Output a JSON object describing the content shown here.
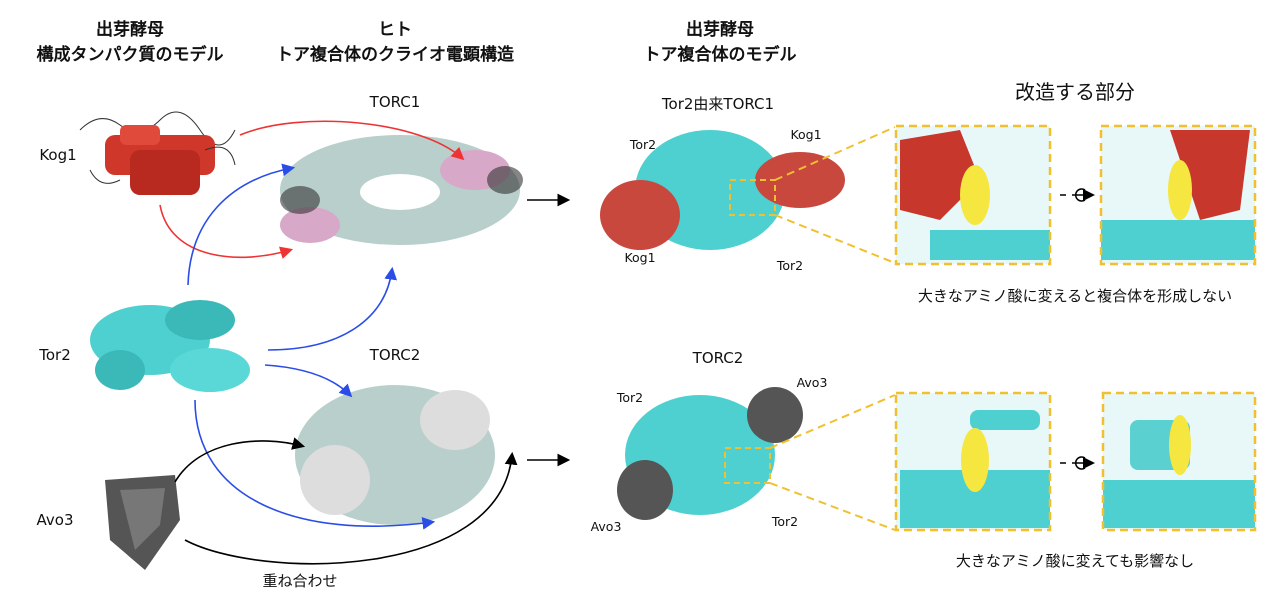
{
  "headers": {
    "col1_line1": "出芽酵母",
    "col1_line2": "構成タンパク質のモデル",
    "col2_line1": "ヒト",
    "col2_line2": "トア複合体のクライオ電顕構造",
    "col3_line1": "出芽酵母",
    "col3_line2": "トア複合体のモデル",
    "col4": "改造する部分"
  },
  "proteins": {
    "kog1": "Kog1",
    "tor2": "Tor2",
    "avo3": "Avo3"
  },
  "human": {
    "torc1": "TORC1",
    "torc2": "TORC2"
  },
  "overlay_label": "重ね合わせ",
  "yeast_torc1": {
    "title": "Tor2由来TORC1",
    "labels": [
      "Tor2",
      "Kog1",
      "Kog1",
      "Tor2"
    ]
  },
  "yeast_torc2": {
    "title": "TORC2",
    "labels": [
      "Tor2",
      "Avo3",
      "Avo3",
      "Tor2"
    ]
  },
  "captions": {
    "torc1": "大きなアミノ酸に変えると複合体を形成しない",
    "torc2": "大きなアミノ酸に変えても影響なし"
  },
  "colors": {
    "kog1": "#d0372b",
    "tor2": "#4fd0d0",
    "avo3": "#555555",
    "highlight": "#f0c030",
    "mutation": "#f5e640",
    "human_torc1_pink": "#d8a8c8",
    "human_gray": "#b8cfcc"
  }
}
